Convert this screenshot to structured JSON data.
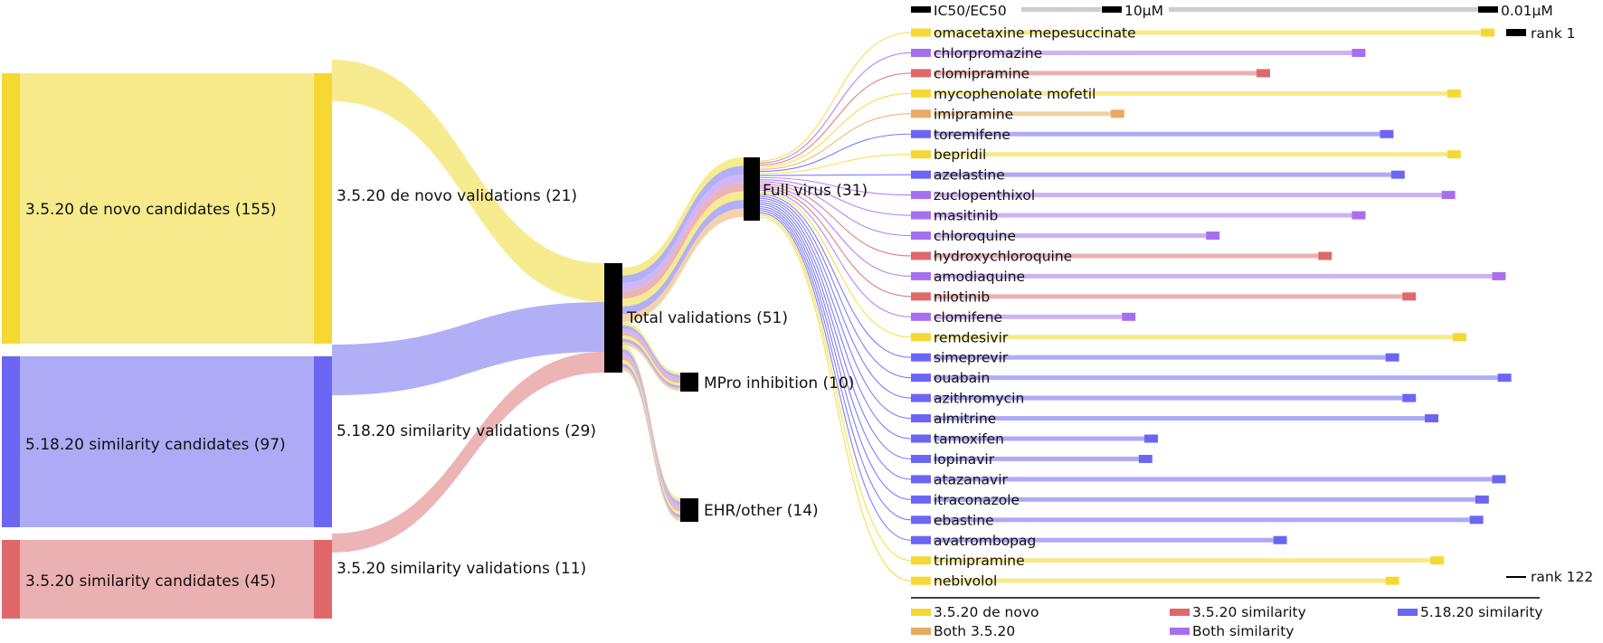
{
  "colors": {
    "denovo": "#f5d832",
    "denovo_light": "#f7ea8a",
    "sim318": "#e0686a",
    "sim318_light": "#ebb0b1",
    "sim518": "#6a66f3",
    "sim518_light": "#adabf5",
    "both_sim": "#a86ef0",
    "both_sim_light": "#cdb2f5",
    "both_320": "#e8ab64",
    "both_320_light": "#f3cfa3",
    "node": "#000000",
    "scale_bar": "#cccccc"
  },
  "sankey": {
    "sources": [
      {
        "key": "denovo",
        "label": "3.5.20 de novo candidates (155)",
        "color": "denovo"
      },
      {
        "key": "sim518",
        "label": "5.18.20 similarity candidates (97)",
        "color": "sim518"
      },
      {
        "key": "sim320",
        "label": "3.5.20 similarity candidates (45)",
        "color": "sim318"
      }
    ],
    "validations": [
      {
        "key": "denovo_val",
        "label": "3.5.20 de novo validations (21)",
        "color": "denovo"
      },
      {
        "key": "sim518_val",
        "label": "5.18.20 similarity validations (29)",
        "color": "sim518"
      },
      {
        "key": "sim320_val",
        "label": "3.5.20 similarity validations (11)",
        "color": "sim318"
      }
    ],
    "total_label": "Total validations (51)",
    "outcomes": [
      {
        "key": "full",
        "label": "Full virus (31)"
      },
      {
        "key": "mpro",
        "label": "MPro inhibition (10)"
      },
      {
        "key": "ehr",
        "label": "EHR/other (14)"
      }
    ]
  },
  "ranking": {
    "header_label": "IC50/EC50",
    "scale_left": "10μM",
    "scale_right": "0.01μM",
    "rank_top": "rank 1",
    "rank_bottom": "rank 122",
    "drugs": [
      {
        "name": "omacetaxine mepesuccinate",
        "group": "denovo",
        "value": 1.0
      },
      {
        "name": "chlorpromazine",
        "group": "both_sim",
        "value": 0.77
      },
      {
        "name": "clomipramine",
        "group": "sim318",
        "value": 0.6
      },
      {
        "name": "mycophenolate mofetil",
        "group": "denovo",
        "value": 0.94
      },
      {
        "name": "imipramine",
        "group": "both_320",
        "value": 0.34
      },
      {
        "name": "toremifene",
        "group": "sim518",
        "value": 0.82
      },
      {
        "name": "bepridil",
        "group": "denovo",
        "value": 0.94
      },
      {
        "name": "azelastine",
        "group": "sim518",
        "value": 0.84
      },
      {
        "name": "zuclopenthixol",
        "group": "both_sim",
        "value": 0.93
      },
      {
        "name": "masitinib",
        "group": "both_sim",
        "value": 0.77
      },
      {
        "name": "chloroquine",
        "group": "both_sim",
        "value": 0.51
      },
      {
        "name": "hydroxychloroquine",
        "group": "sim318",
        "value": 0.71
      },
      {
        "name": "amodiaquine",
        "group": "both_sim",
        "value": 1.02
      },
      {
        "name": "nilotinib",
        "group": "sim318",
        "value": 0.86
      },
      {
        "name": "clomifene",
        "group": "both_sim",
        "value": 0.36
      },
      {
        "name": "remdesivir",
        "group": "denovo",
        "value": 0.95
      },
      {
        "name": "simeprevir",
        "group": "sim518",
        "value": 0.83
      },
      {
        "name": "ouabain",
        "group": "sim518",
        "value": 1.03
      },
      {
        "name": "azithromycin",
        "group": "sim518",
        "value": 0.86
      },
      {
        "name": "almitrine",
        "group": "sim518",
        "value": 0.9
      },
      {
        "name": "tamoxifen",
        "group": "sim518",
        "value": 0.4
      },
      {
        "name": "lopinavir",
        "group": "sim518",
        "value": 0.39
      },
      {
        "name": "atazanavir",
        "group": "sim518",
        "value": 1.02
      },
      {
        "name": "itraconazole",
        "group": "sim518",
        "value": 0.99
      },
      {
        "name": "ebastine",
        "group": "sim518",
        "value": 0.98
      },
      {
        "name": "avatrombopag",
        "group": "sim518",
        "value": 0.63
      },
      {
        "name": "trimipramine",
        "group": "denovo",
        "value": 0.91
      },
      {
        "name": "nebivolol",
        "group": "denovo",
        "value": 0.83
      }
    ]
  },
  "legend": [
    {
      "label": "3.5.20 de novo",
      "color": "denovo"
    },
    {
      "label": "3.5.20 similarity",
      "color": "sim318"
    },
    {
      "label": "5.18.20 similarity",
      "color": "sim518"
    },
    {
      "label": "Both 3.5.20",
      "color": "both_320"
    },
    {
      "label": "Both similarity",
      "color": "both_sim"
    }
  ]
}
